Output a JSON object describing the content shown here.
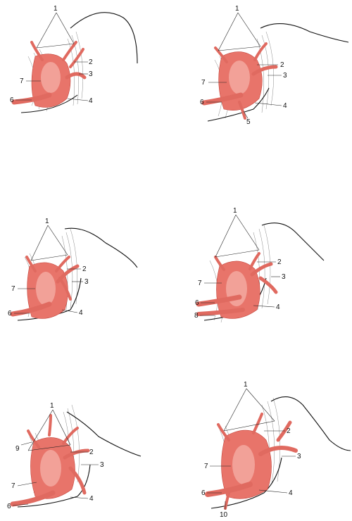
{
  "panels": [
    {
      "id": "panel-1",
      "labels": [
        {
          "key": "1",
          "text": "1"
        },
        {
          "key": "2",
          "text": "2"
        },
        {
          "key": "3",
          "text": "3"
        },
        {
          "key": "7",
          "text": "7"
        },
        {
          "key": "6",
          "text": "6"
        },
        {
          "key": "4",
          "text": "4"
        }
      ]
    },
    {
      "id": "panel-2",
      "labels": [
        {
          "key": "1",
          "text": "1"
        },
        {
          "key": "2",
          "text": "2"
        },
        {
          "key": "3",
          "text": "3"
        },
        {
          "key": "7",
          "text": "7"
        },
        {
          "key": "6",
          "text": "6"
        },
        {
          "key": "4",
          "text": "4"
        },
        {
          "key": "5",
          "text": "5"
        }
      ]
    },
    {
      "id": "panel-3",
      "labels": [
        {
          "key": "1",
          "text": "1"
        },
        {
          "key": "2",
          "text": "2"
        },
        {
          "key": "3",
          "text": "3"
        },
        {
          "key": "7",
          "text": "7"
        },
        {
          "key": "6",
          "text": "6"
        },
        {
          "key": "4",
          "text": "4"
        }
      ]
    },
    {
      "id": "panel-4",
      "labels": [
        {
          "key": "1",
          "text": "1"
        },
        {
          "key": "2",
          "text": "2"
        },
        {
          "key": "3",
          "text": "3"
        },
        {
          "key": "7",
          "text": "7"
        },
        {
          "key": "6",
          "text": "6"
        },
        {
          "key": "4",
          "text": "4"
        },
        {
          "key": "8",
          "text": "8"
        }
      ]
    },
    {
      "id": "panel-5",
      "labels": [
        {
          "key": "1",
          "text": "1"
        },
        {
          "key": "2",
          "text": "2"
        },
        {
          "key": "3",
          "text": "3"
        },
        {
          "key": "9",
          "text": "9"
        },
        {
          "key": "7",
          "text": "7"
        },
        {
          "key": "6",
          "text": "6"
        },
        {
          "key": "4",
          "text": "4"
        }
      ]
    },
    {
      "id": "panel-6",
      "labels": [
        {
          "key": "1",
          "text": "1"
        },
        {
          "key": "2",
          "text": "2"
        },
        {
          "key": "3",
          "text": "3"
        },
        {
          "key": "7",
          "text": "7"
        },
        {
          "key": "6",
          "text": "6"
        },
        {
          "key": "4",
          "text": "4"
        },
        {
          "key": "10",
          "text": "10"
        }
      ]
    }
  ],
  "colors": {
    "vessel": "#e8746a",
    "vessel_edge": "#c4453c",
    "outline": "#111111",
    "label_text": "#111111"
  }
}
